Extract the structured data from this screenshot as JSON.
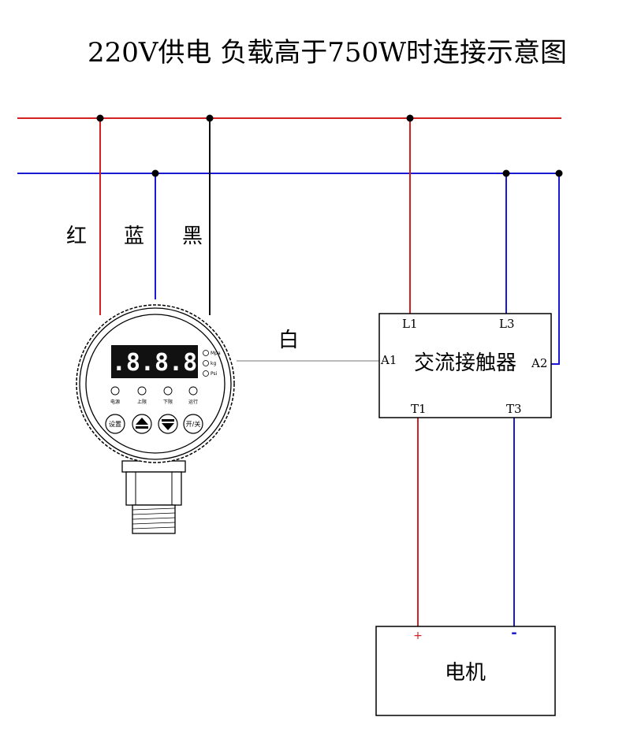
{
  "title": "220V供电 负载高于750W时连接示意图",
  "wire_labels": {
    "red": "红",
    "blue": "蓝",
    "black": "黑",
    "white": "白"
  },
  "contactor": {
    "name": "交流接触器",
    "terminals": {
      "L1": "L1",
      "L3": "L3",
      "A1": "A1",
      "A2": "A2",
      "T1": "T1",
      "T3": "T3"
    }
  },
  "motor": {
    "name": "电机",
    "plus": "+",
    "minus": "-"
  },
  "gauge": {
    "display": "8.8.8.8.",
    "units": [
      "Mpa",
      "kg",
      "Psi"
    ],
    "indicators": [
      "电源",
      "上限",
      "下限",
      "运行"
    ],
    "buttons": {
      "set": "设置",
      "power": "开/关"
    }
  },
  "colors": {
    "live": "#d42020",
    "neutral": "#1a1ad4",
    "black": "#111111",
    "white_wire": "#bbbbbb"
  }
}
